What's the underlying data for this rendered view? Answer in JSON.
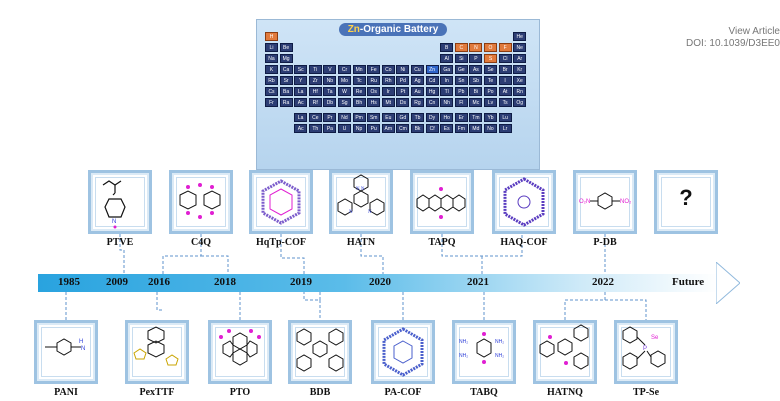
{
  "header": {
    "line1": "View Article",
    "line2": "DOI: 10.1039/D3EE0"
  },
  "periodic_table": {
    "title_prefix": "Zn",
    "title_rest": "-Organic Battery",
    "rows": [
      [
        "H",
        "",
        "",
        "",
        "",
        "",
        "",
        "",
        "",
        "",
        "",
        "",
        "",
        "",
        "",
        "",
        "",
        "He"
      ],
      [
        "Li",
        "Be",
        "",
        "",
        "",
        "",
        "",
        "",
        "",
        "",
        "",
        "",
        "B",
        "C",
        "N",
        "O",
        "F",
        "Ne"
      ],
      [
        "Na",
        "Mg",
        "",
        "",
        "",
        "",
        "",
        "",
        "",
        "",
        "",
        "",
        "Al",
        "Si",
        "P",
        "S",
        "Cl",
        "Ar"
      ],
      [
        "K",
        "Ca",
        "Sc",
        "Ti",
        "V",
        "Cr",
        "Mn",
        "Fe",
        "Co",
        "Ni",
        "Cu",
        "Zn",
        "Ga",
        "Ge",
        "As",
        "Se",
        "Br",
        "Kr"
      ],
      [
        "Rb",
        "Sr",
        "Y",
        "Zr",
        "Nb",
        "Mo",
        "Tc",
        "Ru",
        "Rh",
        "Pd",
        "Ag",
        "Cd",
        "In",
        "Sn",
        "Sb",
        "Te",
        "I",
        "Xe"
      ],
      [
        "Cs",
        "Ba",
        "La",
        "Hf",
        "Ta",
        "W",
        "Re",
        "Os",
        "Ir",
        "Pt",
        "Au",
        "Hg",
        "Tl",
        "Pb",
        "Bi",
        "Po",
        "At",
        "Rn"
      ],
      [
        "Fr",
        "Ra",
        "Ac",
        "Rf",
        "Db",
        "Sg",
        "Bh",
        "Hs",
        "Mt",
        "Ds",
        "Rg",
        "Cn",
        "Nh",
        "Fl",
        "Mc",
        "Lv",
        "Ts",
        "Og"
      ]
    ],
    "lanthanides": [
      "La",
      "Ce",
      "Pr",
      "Nd",
      "Pm",
      "Sm",
      "Eu",
      "Gd",
      "Tb",
      "Dy",
      "Ho",
      "Er",
      "Tm",
      "Yb",
      "Lu"
    ],
    "actinides": [
      "Ac",
      "Th",
      "Pa",
      "U",
      "Np",
      "Pu",
      "Am",
      "Cm",
      "Bk",
      "Cf",
      "Es",
      "Fm",
      "Md",
      "No",
      "Lr"
    ],
    "highlighted": [
      "H",
      "C",
      "N",
      "O",
      "S",
      "F"
    ],
    "zinc": "Zn"
  },
  "timeline": {
    "years": [
      "1985",
      "2009",
      "2016",
      "2018",
      "2019",
      "2020",
      "2021",
      "2022"
    ],
    "future": "Future"
  },
  "top_materials": [
    {
      "label": "PTVE"
    },
    {
      "label": "C4Q"
    },
    {
      "label": "HqTp-COF"
    },
    {
      "label": "HATN"
    },
    {
      "label": "TAPQ"
    },
    {
      "label": "HAQ-COF"
    },
    {
      "label": "P-DB"
    },
    {
      "label": "",
      "placeholder": "?"
    }
  ],
  "bottom_materials": [
    {
      "label": "PANI"
    },
    {
      "label": "PexTTF"
    },
    {
      "label": "PTO"
    },
    {
      "label": "BDB"
    },
    {
      "label": "PA-COF"
    },
    {
      "label": "TABQ"
    },
    {
      "label": "HATNQ"
    },
    {
      "label": "TP-Se"
    }
  ],
  "structure_text": {
    "pdb": "O₂N–⟨⟩–NO₂",
    "tabq_nh2": "NH₂",
    "tpse": "Se"
  },
  "colors": {
    "frame": "#9ec3e2",
    "timeline_start": "#29a3df",
    "highlight": "#e17a3c",
    "element": "#2c3d74",
    "oxygen": "#e01fd2",
    "nitrogen": "#2f3fd9"
  }
}
